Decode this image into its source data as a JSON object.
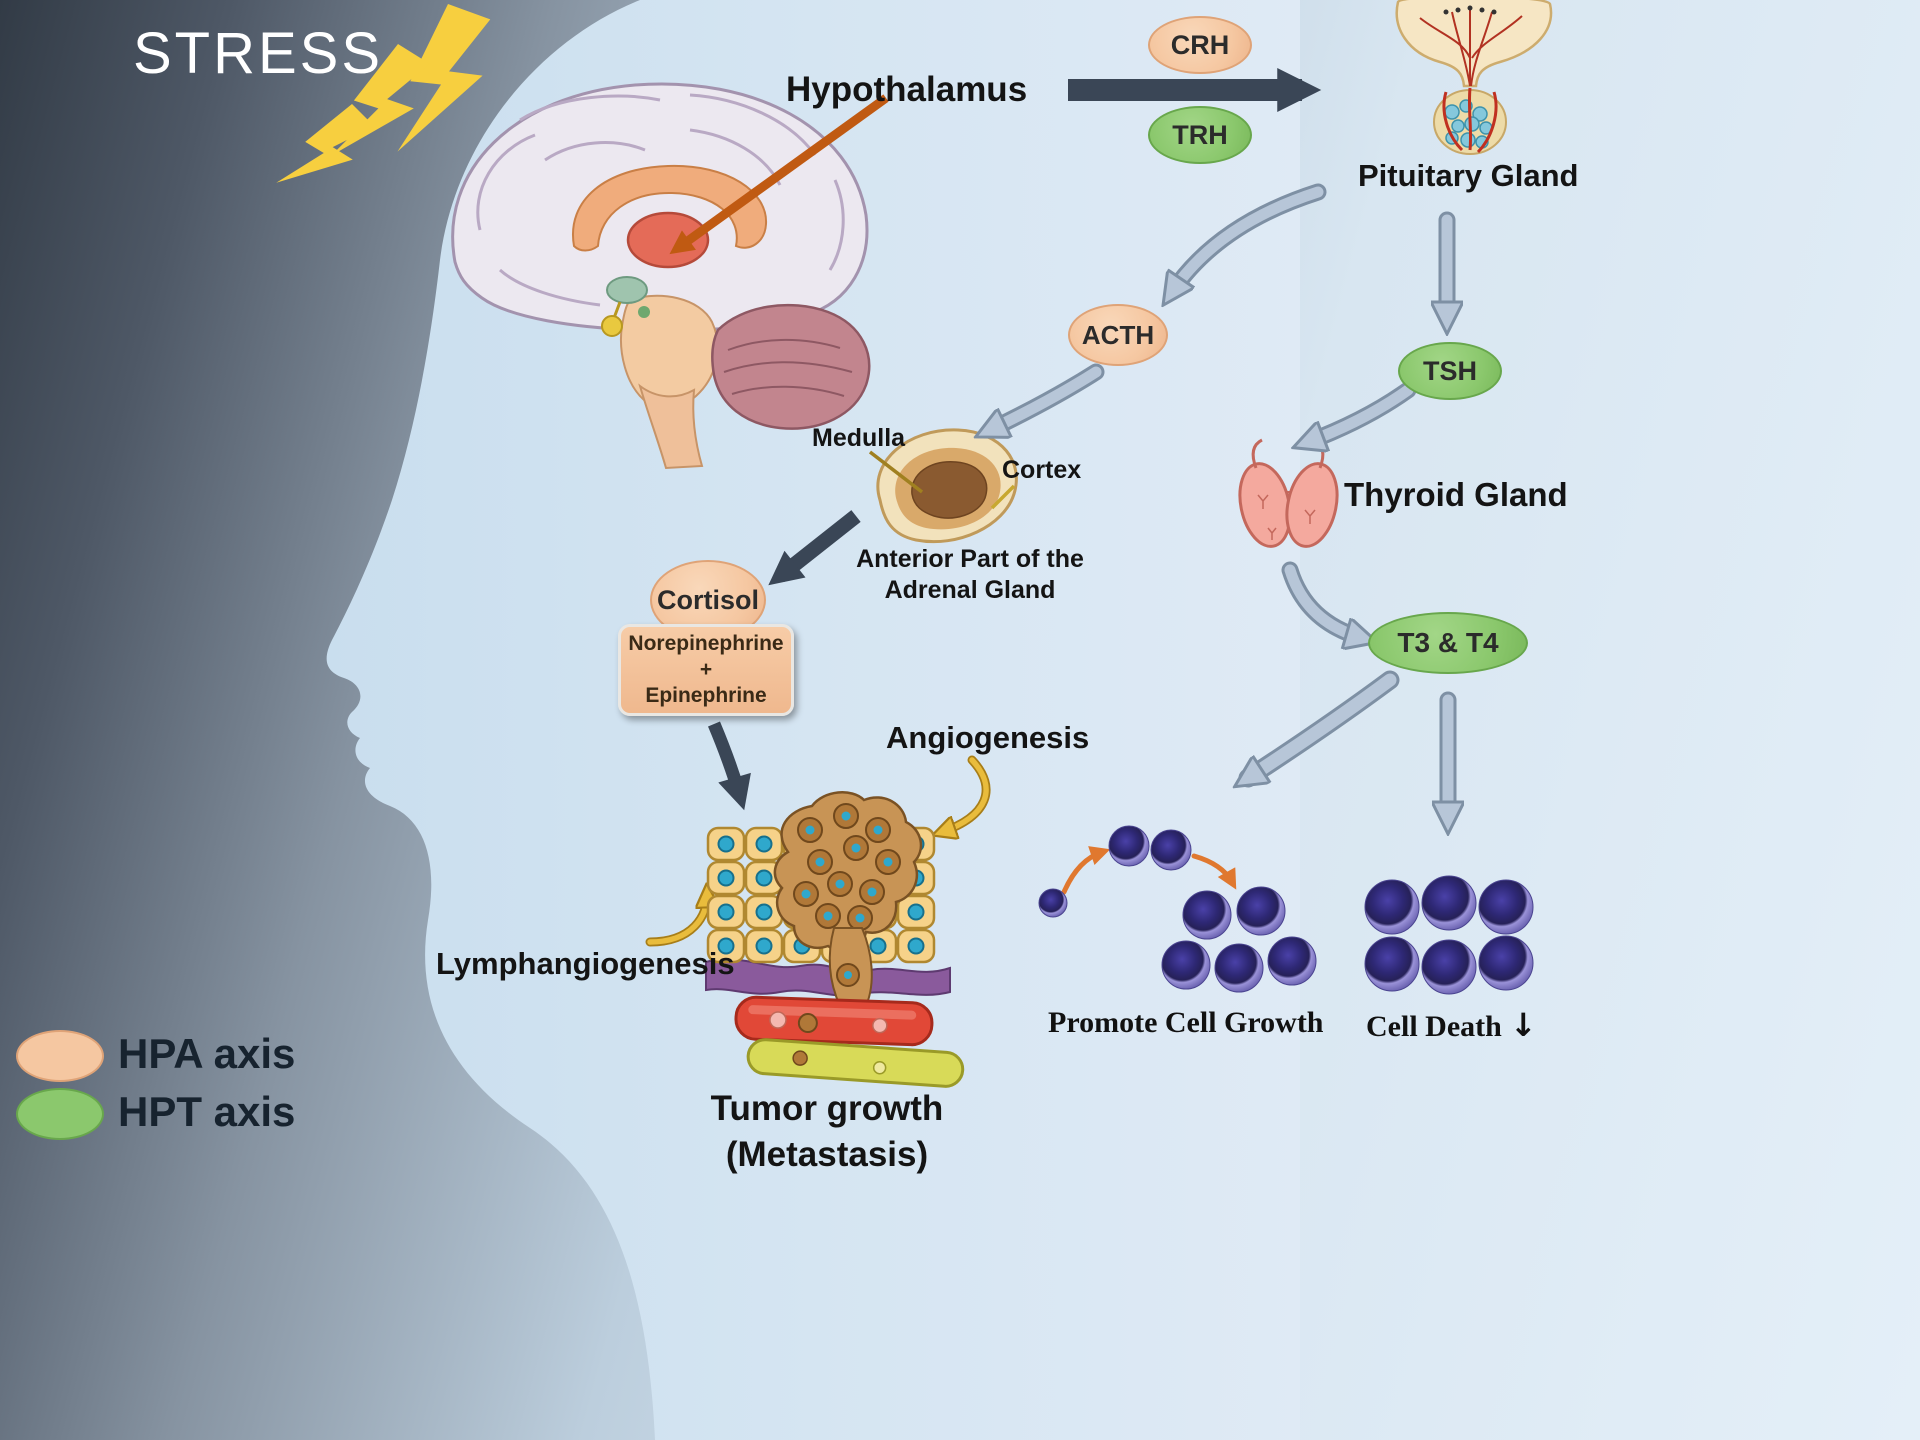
{
  "title": "STRESS",
  "labels": {
    "hypothalamus": "Hypothalamus",
    "pituitary_gland": "Pituitary Gland",
    "thyroid_gland": "Thyroid Gland",
    "medulla": "Medulla",
    "cortex": "Cortex",
    "adrenal_caption_line1": "Anterior Part of the",
    "adrenal_caption_line2": "Adrenal Gland",
    "angiogenesis": "Angiogenesis",
    "lymphangiogenesis": "Lymphangiogenesis",
    "tumor_growth_line1": "Tumor growth",
    "tumor_growth_line2": "(Metastasis)",
    "promote_cell_growth": "Promote Cell Growth",
    "cell_death": "Cell Death",
    "cell_death_arrow": "↓"
  },
  "hormones": {
    "crh": "CRH",
    "trh": "TRH",
    "acth": "ACTH",
    "tsh": "TSH",
    "cortisol": "Cortisol",
    "norepinephrine": "Norepinephrine",
    "plus": "+",
    "epinephrine": "Epinephrine",
    "t3_t4": "T3 & T4"
  },
  "legend": {
    "hpa_label": "HPA axis",
    "hpt_label": "HPT axis"
  },
  "colors": {
    "hpa_node": "#F5C7A1",
    "hpt_node": "#8BC86D",
    "dark_arrow": "#3A4656",
    "blue_arrow": "#B7C6D8",
    "yellow_arrow": "#E9BC3C",
    "orange_arrow": "#E0782F"
  }
}
